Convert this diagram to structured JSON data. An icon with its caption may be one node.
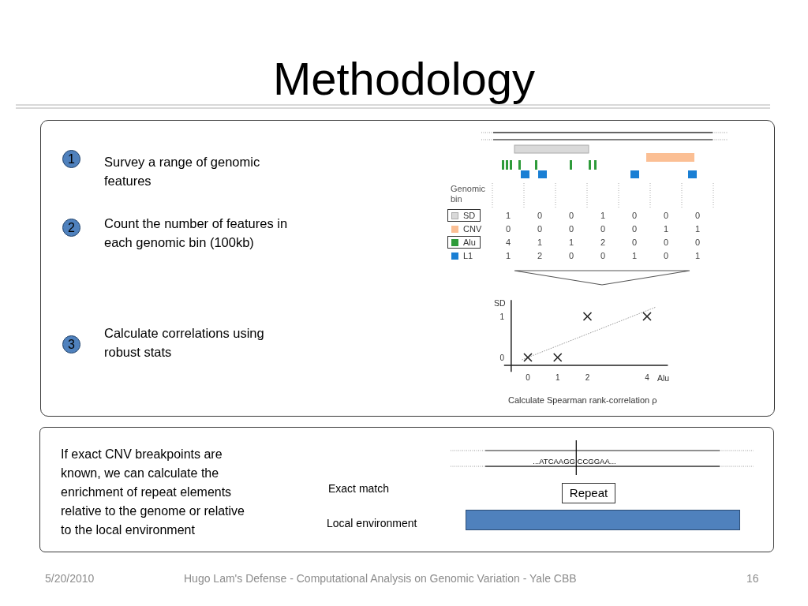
{
  "diagram": {
    "title": "Methodology",
    "nodes": [
      {
        "text": [],
        "shape": "box"
      },
      {
        "text": [
          "1"
        ],
        "in": 0,
        "beside": [
          "Survey a range of genomic features"
        ]
      },
      {
        "text": [
          "2"
        ],
        "in": 0,
        "beside": [
          "Count the number of features in each genomic bin (100kb)"
        ]
      },
      {
        "text": [],
        "shape": "triangle",
        "in": 0
      },
      {
        "text": [
          "3"
        ],
        "in": 0,
        "beside": [
          "Calculate correlations using robust stats"
        ]
      },
      {
        "text": [
          "If exact CNV breakpoints are known, we can calculate the enrichment of repeat elements relative to the genome or relative to the local environment"
        ]
      },
      {
        "text": [
          "Repeat"
        ],
        "in": 5
      },
      {
        "text": [],
        "shape": "bar",
        "in": 5
      }
    ],
    "labels": [
      "Genomic bin",
      "1",
      "0",
      "0",
      "1",
      "0",
      "0",
      "0",
      "0",
      "0",
      "0",
      "0",
      "0",
      "1",
      "1",
      "4",
      "1",
      "1",
      "2",
      "0",
      "0",
      "0",
      "1",
      "2",
      "0",
      "0",
      "1",
      "0",
      "1",
      "Calculate Spearman rank-correlation ρ",
      "...ATCAAGG CCGGAA...",
      "Exact match",
      "Local environment",
      "5/20/2010",
      "Hugo Lam's Defense - Computational Analysis on Genomic Variation - Yale CBB",
      "16"
    ],
    "legend": [
      {
        "text": "SD",
        "color": "#d9d9d9"
      },
      {
        "text": "CNV",
        "color": "#fbbf94"
      },
      {
        "text": "Alu",
        "color": "#2e9b3a"
      },
      {
        "text": "L1",
        "color": "#1a7fd4"
      }
    ],
    "chart_data": {
      "type": "scatter",
      "xlabel": "Alu",
      "ylabel": "SD",
      "x": [
        0,
        1,
        2,
        4
      ],
      "values": [
        0,
        0,
        1,
        1
      ],
      "xlim": [
        -0.8,
        4.7
      ],
      "ylim": [
        -0.35,
        1.4
      ],
      "xticks": [
        0,
        1,
        2,
        4
      ],
      "yticks": [
        0,
        1
      ]
    }
  }
}
